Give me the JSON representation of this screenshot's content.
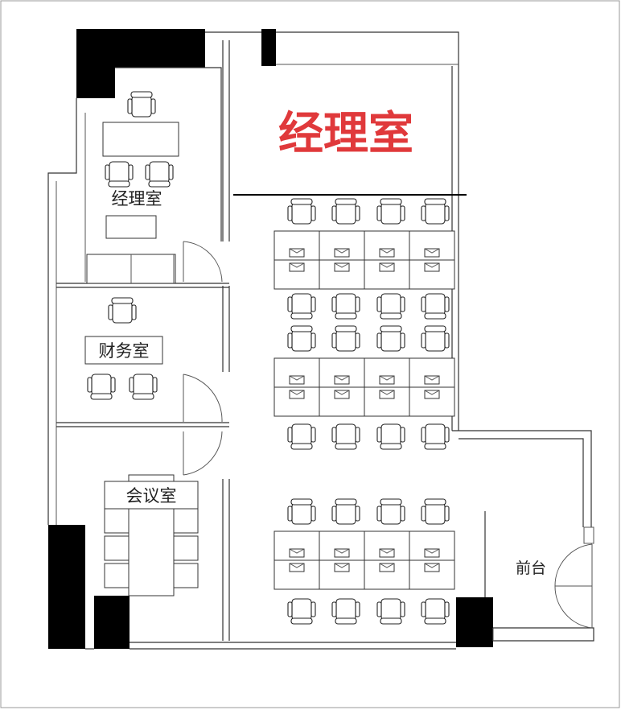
{
  "rooms": {
    "manager_title": "经理室",
    "manager": "经理室",
    "finance": "财务室",
    "meeting": "会议室",
    "reception": "前台"
  },
  "colors": {
    "title_red": "#e0393b",
    "wall": "#333333",
    "column": "#000000"
  },
  "icons": [
    "office-chair-icon",
    "computer-monitor-icon",
    "door-swing-icon"
  ]
}
